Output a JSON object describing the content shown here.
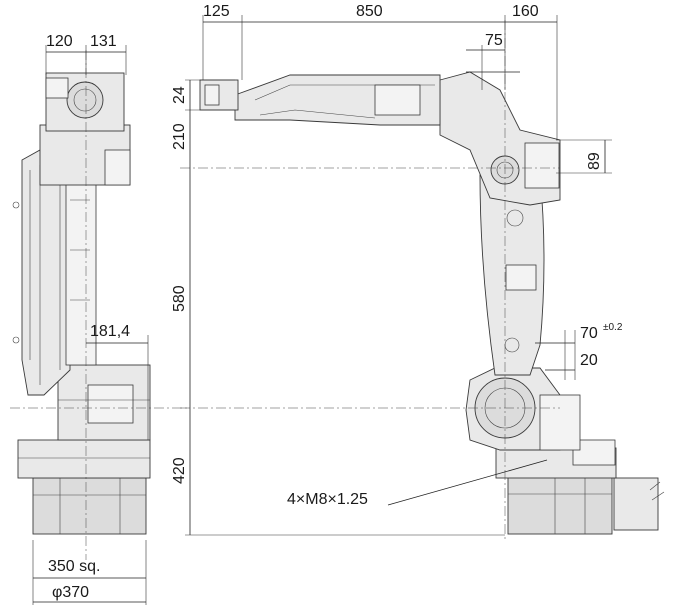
{
  "dimensions": {
    "side_view": {
      "top_left": "120",
      "top_right": "131",
      "offset": "181,4",
      "base_square": "350 sq.",
      "base_diameter": "φ370"
    },
    "front_view": {
      "top_a": "125",
      "top_b": "850",
      "top_c": "160",
      "top_d": "75",
      "left_a": "24",
      "left_b": "210",
      "left_c": "580",
      "left_d": "420",
      "right_a": "89",
      "right_b": "70",
      "right_b_tol": "±0.2",
      "right_c": "20",
      "bolt_callout": "4×M8×1.25"
    }
  }
}
